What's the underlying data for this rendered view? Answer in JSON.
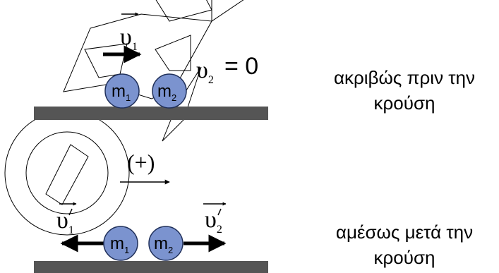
{
  "colors": {
    "ball_fill": "#7b93cf",
    "ball_stroke": "#20305a",
    "surface": "#555555",
    "stroke": "#000000"
  },
  "top_scene": {
    "v1_label": "υ",
    "v1_sub": "1",
    "v2_label": "υ",
    "v2_sub": "2",
    "v2_value": "= 0",
    "ball1": {
      "label": "m",
      "sub": "1"
    },
    "ball2": {
      "label": "m",
      "sub": "2"
    },
    "caption_line1": "ακριβώς πριν την",
    "caption_line2": "κρούση"
  },
  "direction": {
    "label": "(+)"
  },
  "bottom_scene": {
    "v1_label": "υ",
    "v1_sub": "1",
    "v2_label": "υ",
    "v2_sub": "2",
    "ball1": {
      "label": "m",
      "sub": "1"
    },
    "ball2": {
      "label": "m",
      "sub": "2"
    },
    "caption_line1": "αμέσως μετά την",
    "caption_line2": "κρούση"
  }
}
